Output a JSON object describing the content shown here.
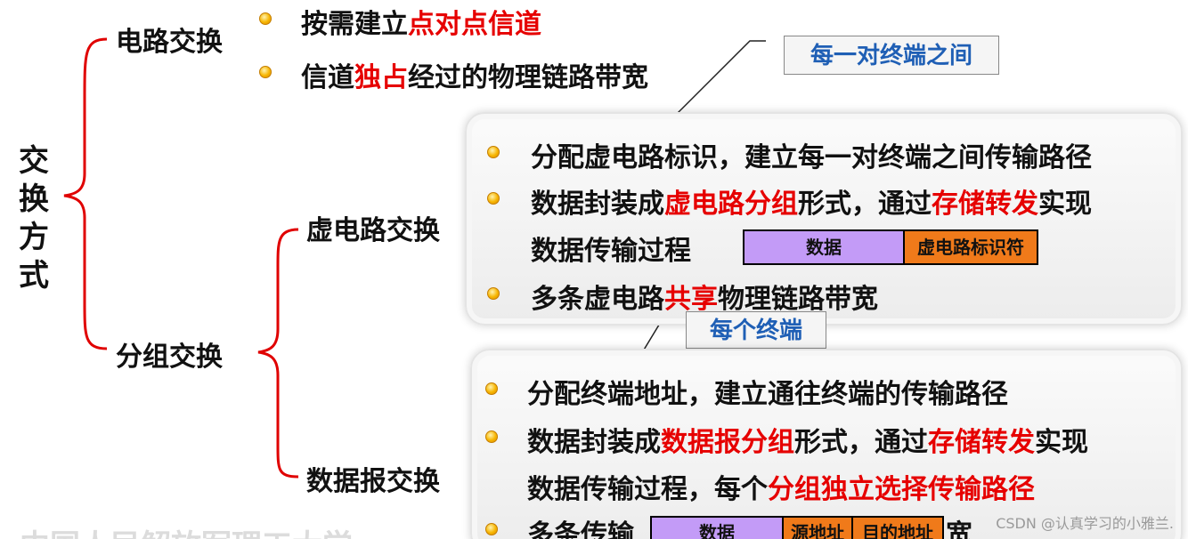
{
  "root": {
    "label": "交换方式"
  },
  "circuit": {
    "label": "电路交换",
    "b1": [
      "按需建立",
      "点对点信道"
    ],
    "b2": [
      "信道",
      "独占",
      "经过的物理链路带宽"
    ]
  },
  "callout_top": "每一对终端之间",
  "packet": {
    "label": "分组交换"
  },
  "vc": {
    "label": "虚电路交换",
    "b1": "分配虚电路标识，建立每一对终端之间传输路径",
    "b2": [
      "数据封装成",
      "虚电路分组",
      "形式，通过",
      "存储转发",
      "实现"
    ],
    "b2_cont": "数据传输过程",
    "b3": [
      "多条虚电路",
      "共享",
      "物理链路带宽"
    ],
    "packet_fields": [
      "数据",
      "虚电路标识符"
    ]
  },
  "callout_mid": "每个终端",
  "dg": {
    "label": "数据报交换",
    "b1": "分配终端地址，建立通往终端的传输路径",
    "b2": [
      "数据封装成",
      "数据报分组",
      "形式，通过",
      "存储转发",
      "实现"
    ],
    "b3": [
      "数据传输过程，每个",
      "分组独立选择传输路径"
    ],
    "b4": "多条传输",
    "b4_tail": "宽",
    "packet_fields": [
      "数据",
      "源地址",
      "目的地址"
    ]
  },
  "bottom_faint": "中国人民解放军理工大学",
  "watermark": "CSDN @认真学习的小雅兰."
}
